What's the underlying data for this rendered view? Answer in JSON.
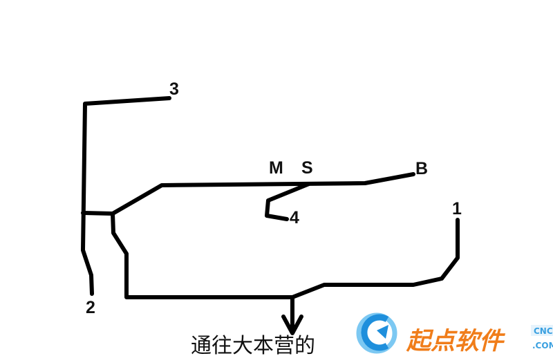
{
  "labels": {
    "p3": "3",
    "m": "M",
    "s": "S",
    "b": "B",
    "p1": "1",
    "p4": "4",
    "p2": "2"
  },
  "caption": "通往大本营的",
  "watermark": {
    "name": "起点软件",
    "tag_top": "CNC",
    "tag_bottom": ".COM"
  },
  "colors": {
    "line": "#000000",
    "watermark_orange": "#f07d1a",
    "watermark_blue": "#1e8fdc"
  }
}
